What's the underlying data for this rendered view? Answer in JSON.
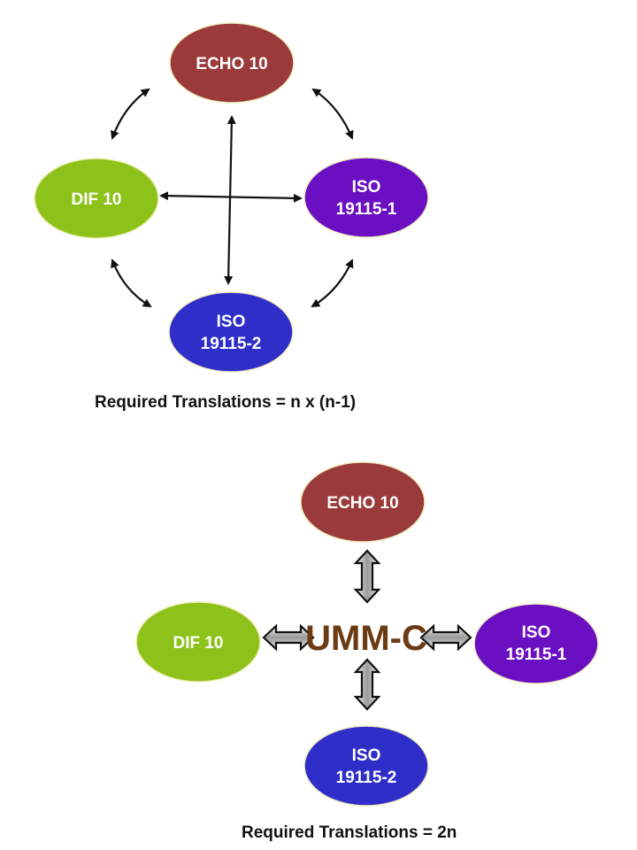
{
  "diagram_top": {
    "nodes": {
      "echo": {
        "label": "ECHO 10",
        "color": "#9a3a3a"
      },
      "dif": {
        "label": "DIF 10",
        "color": "#8cc21a"
      },
      "iso1": {
        "line1": "ISO",
        "line2": "19115-1",
        "color": "#6a10c2"
      },
      "iso2": {
        "line1": "ISO",
        "line2": "19115-2",
        "color": "#2f2ec8"
      }
    },
    "caption": "Required Translations = n x (n-1)"
  },
  "diagram_bottom": {
    "hub": {
      "label": "UMM-C",
      "color": "#6b3a12"
    },
    "nodes": {
      "echo": {
        "label": "ECHO 10",
        "color": "#9a3a3a"
      },
      "dif": {
        "label": "DIF 10",
        "color": "#8cc21a"
      },
      "iso1": {
        "line1": "ISO",
        "line2": "19115-1",
        "color": "#6a10c2"
      },
      "iso2": {
        "line1": "ISO",
        "line2": "19115-2",
        "color": "#2f2ec8"
      }
    },
    "caption": "Required Translations = 2n"
  }
}
